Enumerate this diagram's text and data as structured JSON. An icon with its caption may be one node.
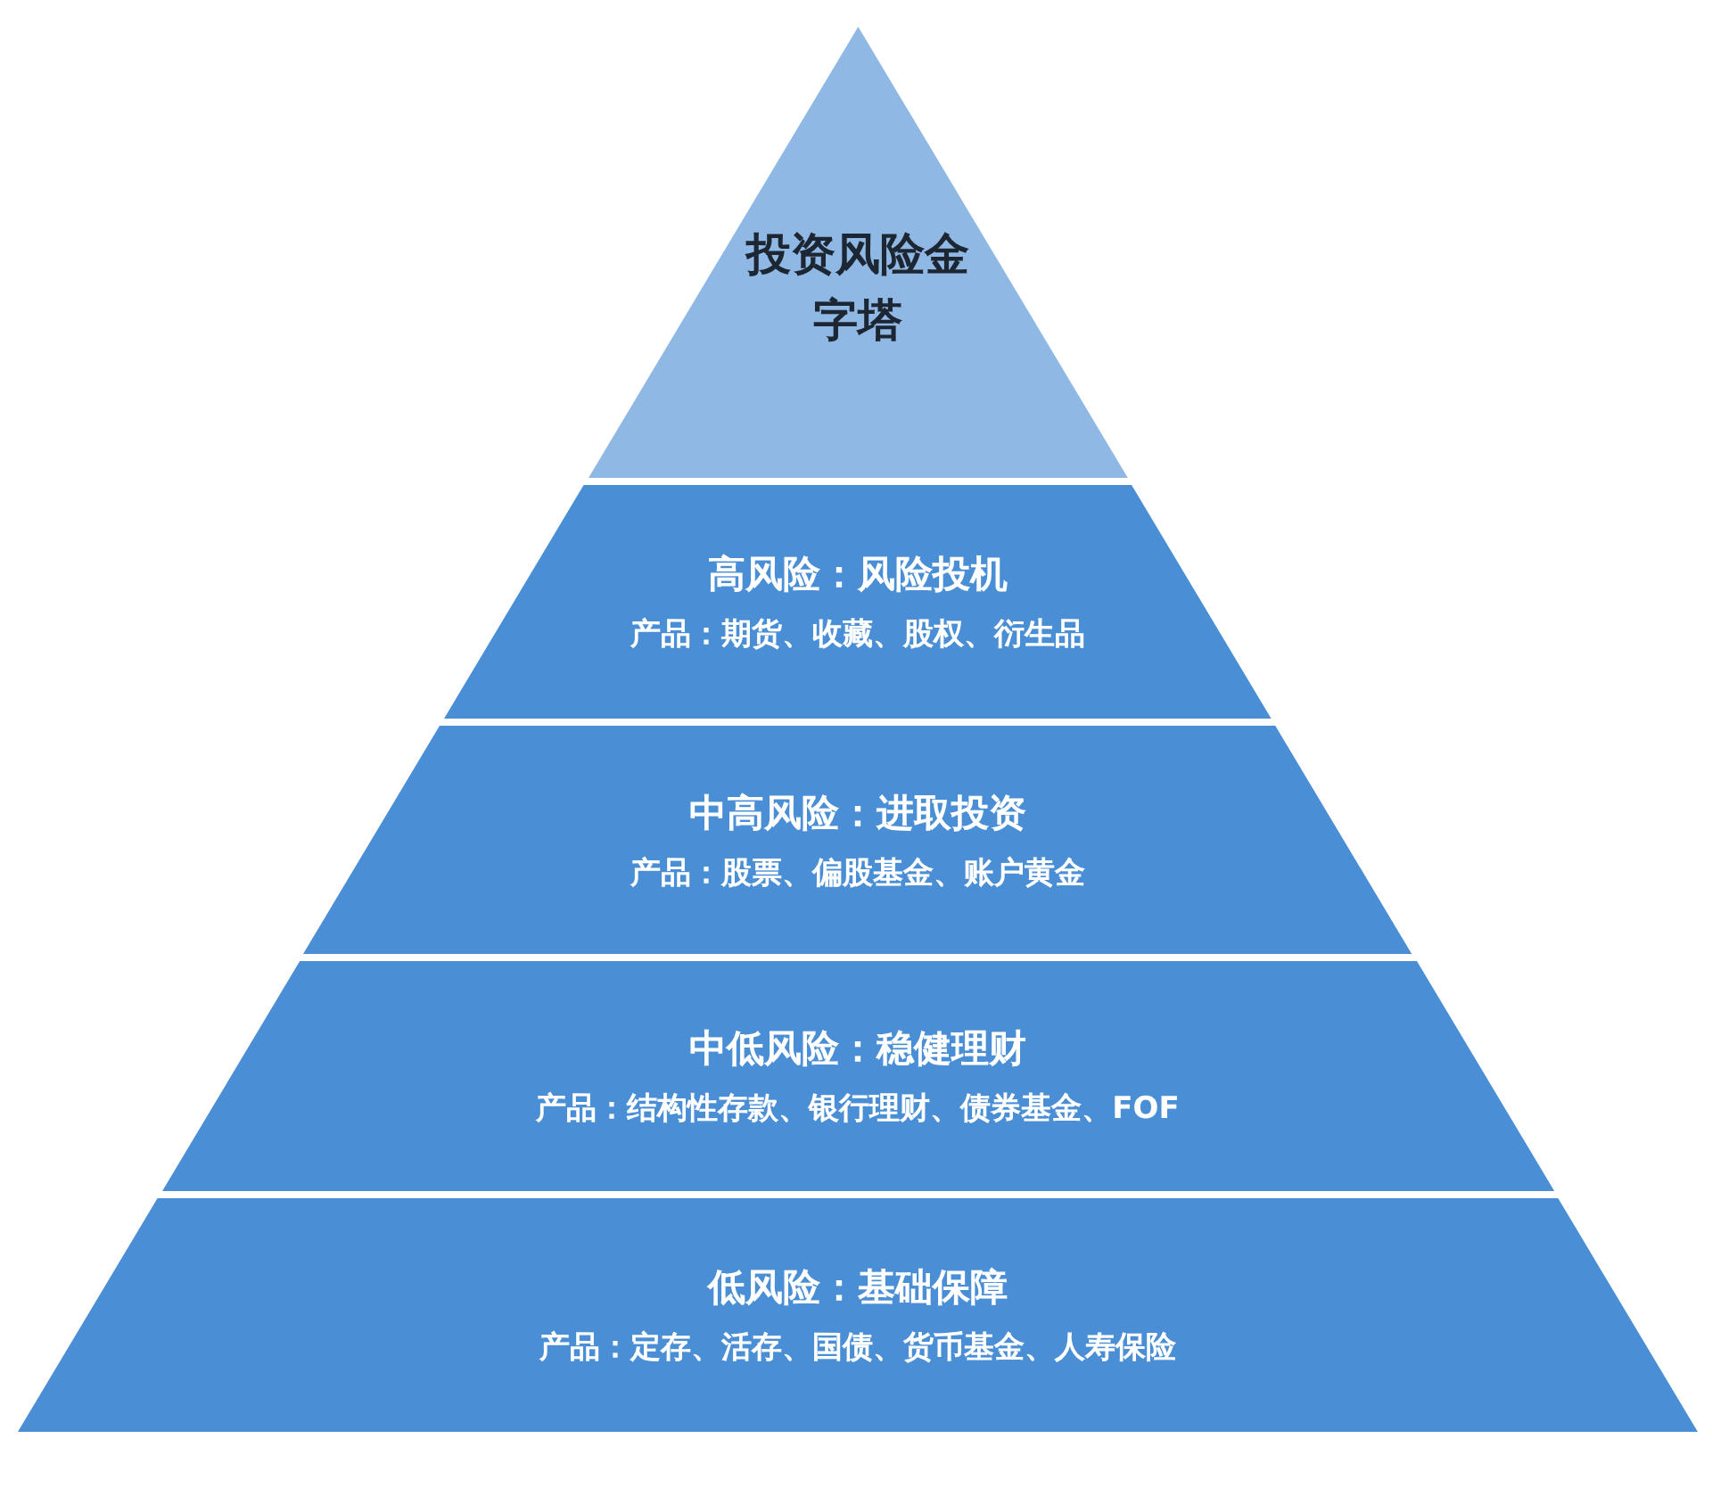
{
  "diagram": {
    "nodes": [
      {
        "text": [
          "投资风险金字塔"
        ]
      },
      {
        "text": [
          "高风险：风险投机",
          "产品：期货、收藏、股权、衍生品"
        ]
      },
      {
        "text": [
          "中高风险：进取投资",
          "产品：股票、偏股基金、账户黄金"
        ]
      },
      {
        "text": [
          "中低风险：稳健理财",
          "产品：结构性存款、银行理财、债券基金、FOF"
        ]
      },
      {
        "text": [
          "低风险：基础保障",
          "产品：定存、活存、国债、货币基金、人寿保险"
        ]
      }
    ]
  }
}
